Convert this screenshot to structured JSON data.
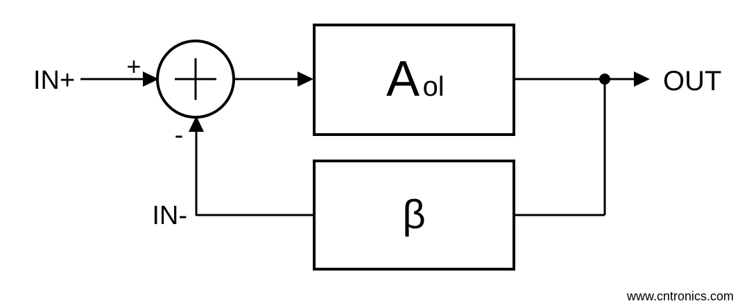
{
  "diagram": {
    "labels": {
      "input_positive": "IN+",
      "input_negative": "IN-",
      "output": "OUT",
      "sum_plus_sign": "+",
      "sum_minus_sign": "-",
      "gain_main": "A",
      "gain_subscript": "ol",
      "feedback": "β"
    },
    "colors": {
      "stroke": "#000000",
      "background": "#ffffff"
    }
  },
  "watermark": {
    "text": "www.cntronics.com",
    "color": "#c9e6bd"
  }
}
